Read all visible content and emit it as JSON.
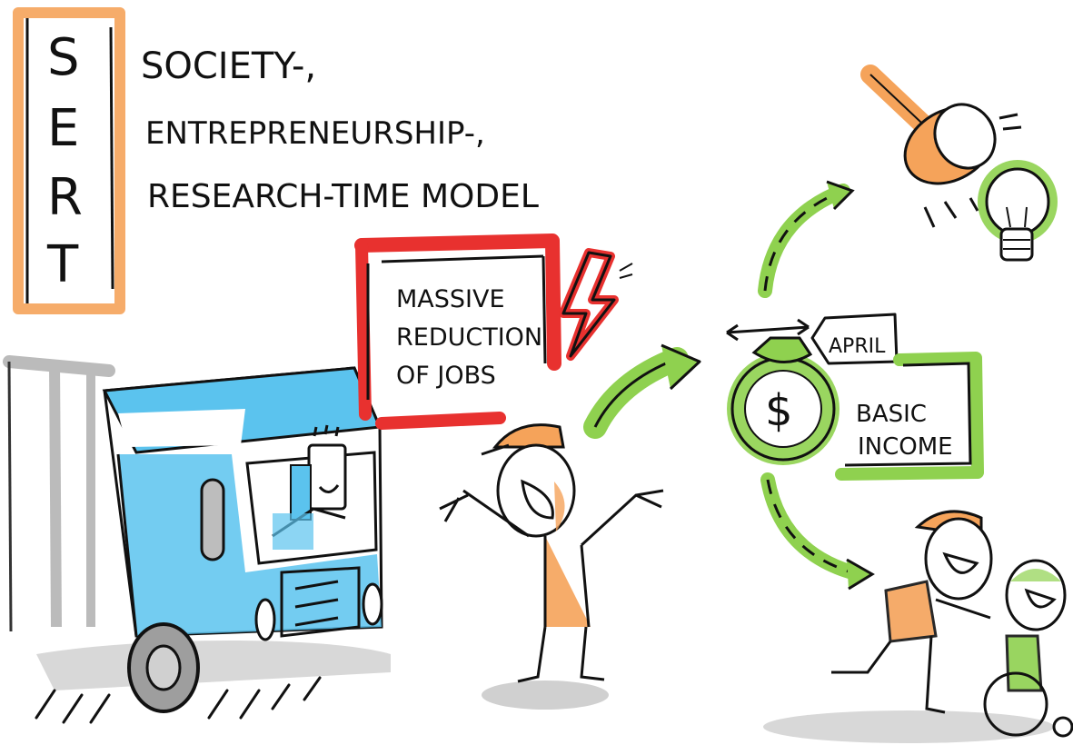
{
  "title": {
    "acronym_letters": [
      "S",
      "E",
      "R",
      "T"
    ],
    "lines": [
      "SOCIETY-,",
      "ENTREPRENEURSHIP-,",
      "RESEARCH-TIME MODEL"
    ]
  },
  "job_loss_box": {
    "lines": [
      "MASSIVE",
      "REDUCTION",
      "OF JOBS"
    ]
  },
  "money_bag": {
    "symbol": "$",
    "tag": "APRIL"
  },
  "basic_income_box": {
    "lines": [
      "BASIC",
      "INCOME"
    ]
  },
  "colors": {
    "orange": "#f5a35a",
    "truck_blue": "#5bc3ee",
    "red": "#e8312f",
    "green": "#8fd14f",
    "ink": "#111111",
    "shadow": "#cfcfcf"
  },
  "icons": [
    "truck-icon",
    "robot-driver-icon",
    "lightning-icon",
    "money-bag-icon",
    "lightbulb-icon",
    "hammer-icon",
    "worker-figure-icon",
    "wheelchair-icon"
  ]
}
